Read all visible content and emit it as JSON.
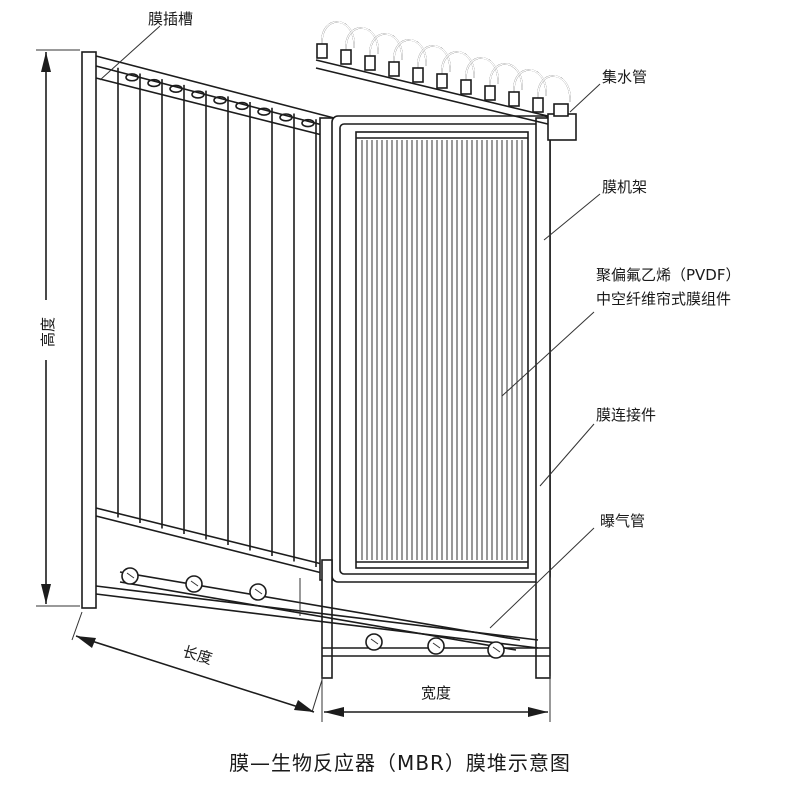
{
  "labels": {
    "membrane_slot": "膜插槽",
    "water_collector": "集水管",
    "membrane_frame": "膜机架",
    "pvdf_line1": "聚偏氟乙烯（PVDF）",
    "pvdf_line2": "中空纤维帘式膜组件",
    "membrane_connector": "膜连接件",
    "aeration_pipe": "曝气管"
  },
  "dimensions": {
    "height": "高度",
    "length": "长度",
    "width": "宽度"
  },
  "caption": "膜—生物反应器（MBR）膜堆示意图"
}
